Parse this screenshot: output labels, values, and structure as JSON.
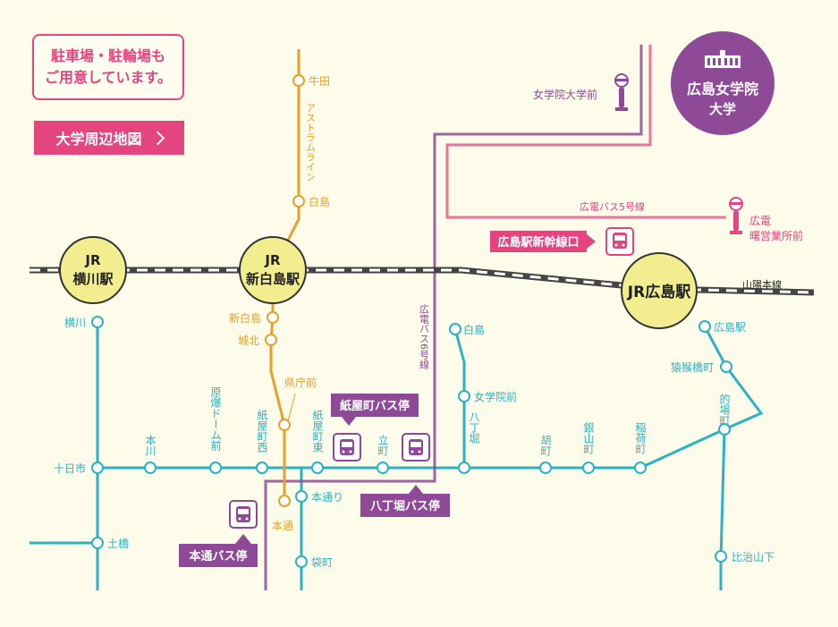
{
  "notice": {
    "line1": "駐車場・駐輪場も",
    "line2": "ご用意しています。"
  },
  "area_map_button": {
    "label": "大学周辺地図"
  },
  "university": {
    "line1": "広島女学院",
    "line2": "大学"
  },
  "jr_stations": {
    "yokogawa": {
      "line1": "JR",
      "line2": "横川駅"
    },
    "shin_hakushima": {
      "line1": "JR",
      "line2": "新白島駅"
    },
    "hiroshima": {
      "label": "JR広島駅"
    }
  },
  "rail_lines": {
    "sanyo": "山陽本線"
  },
  "astram": {
    "line_name": "アストラムライン",
    "stations": [
      "牛田",
      "白島"
    ],
    "hakushima_branch": [
      "新白島",
      "城北",
      "県庁前",
      "本通"
    ]
  },
  "bus_routes": {
    "route5": "広電バス5号線",
    "route6": "広電バス6号線"
  },
  "bus_stops": {
    "jogakuin_mae": "女学院大学前",
    "hiroden_eigyosho": {
      "line1": "広電",
      "line2": "曙営業所前"
    },
    "shinkansen_exit": "広島駅新幹線口",
    "kamiyacho": "紙屋町バス停",
    "hatchobori": "八丁堀バス停",
    "hondori": "本通バス停"
  },
  "tram_stations": {
    "yokogawa": "横川",
    "tokaichi": "十日市",
    "dobashi": "土橋",
    "honkawa": "本川",
    "genbaku": "原爆ドーム前",
    "kamiyacho_nishi": "紙屋町西",
    "kamiyacho_higashi": "紙屋町東",
    "tatemachi": "立町",
    "hakushima": "白島",
    "jogakuin_mae": "女学院前",
    "hatchobori": "八丁堀",
    "ebisucho": "胡町",
    "kanayamacho": "銀山町",
    "inaricho": "稲荷町",
    "hiroshima_eki": "広島駅",
    "enkobashi": "猿猴橋町",
    "matobacho": "的場町",
    "hijiyama": "比治山下",
    "hondori": "本通り",
    "fukuromachi": "袋町"
  },
  "colors": {
    "pink": "#e5457e",
    "purple": "#8e4a97",
    "orange": "#e8a02a",
    "teal": "#2bb3c3",
    "rail": "#444444",
    "station_fill": "#f2ee8f",
    "background": "#fdfbea"
  }
}
